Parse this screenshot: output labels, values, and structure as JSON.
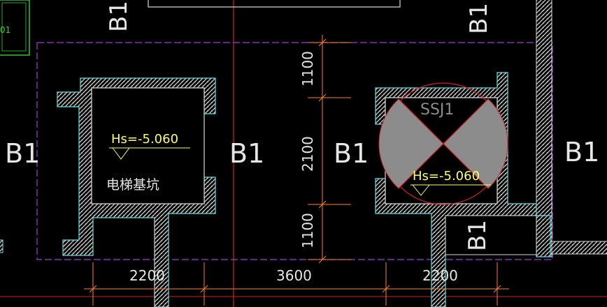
{
  "drawing": {
    "colors": {
      "background": "#000000",
      "wall_cyan": "#5fe3e3",
      "wall_white": "#d8d8d8",
      "dim_orange": "#ff7f2a",
      "axis_red": "#d21e1e",
      "region_purple": "#9b3fd6",
      "text_white": "#e6e6e6",
      "text_yellow": "#ffff66",
      "sump_fill": "#8c8c8c",
      "green": "#2fd32f"
    },
    "labels": {
      "b1_top_left": "B1",
      "b1_top_right": "B1",
      "b1_left": "B1",
      "b1_center": "B1",
      "b1_mid_right": "B1",
      "b1_far_right": "B1",
      "b1_bottom_right": "B1",
      "green_tag": "01",
      "ssj1": "SSJ1",
      "hs_left": "Hs=-5.060",
      "hs_right": "Hs=-5.060",
      "pit_label": "电梯基坑"
    },
    "dimensions": {
      "vertical": [
        "1100",
        "2100",
        "1100"
      ],
      "horizontal": [
        "2200",
        "3600",
        "2200"
      ]
    }
  }
}
